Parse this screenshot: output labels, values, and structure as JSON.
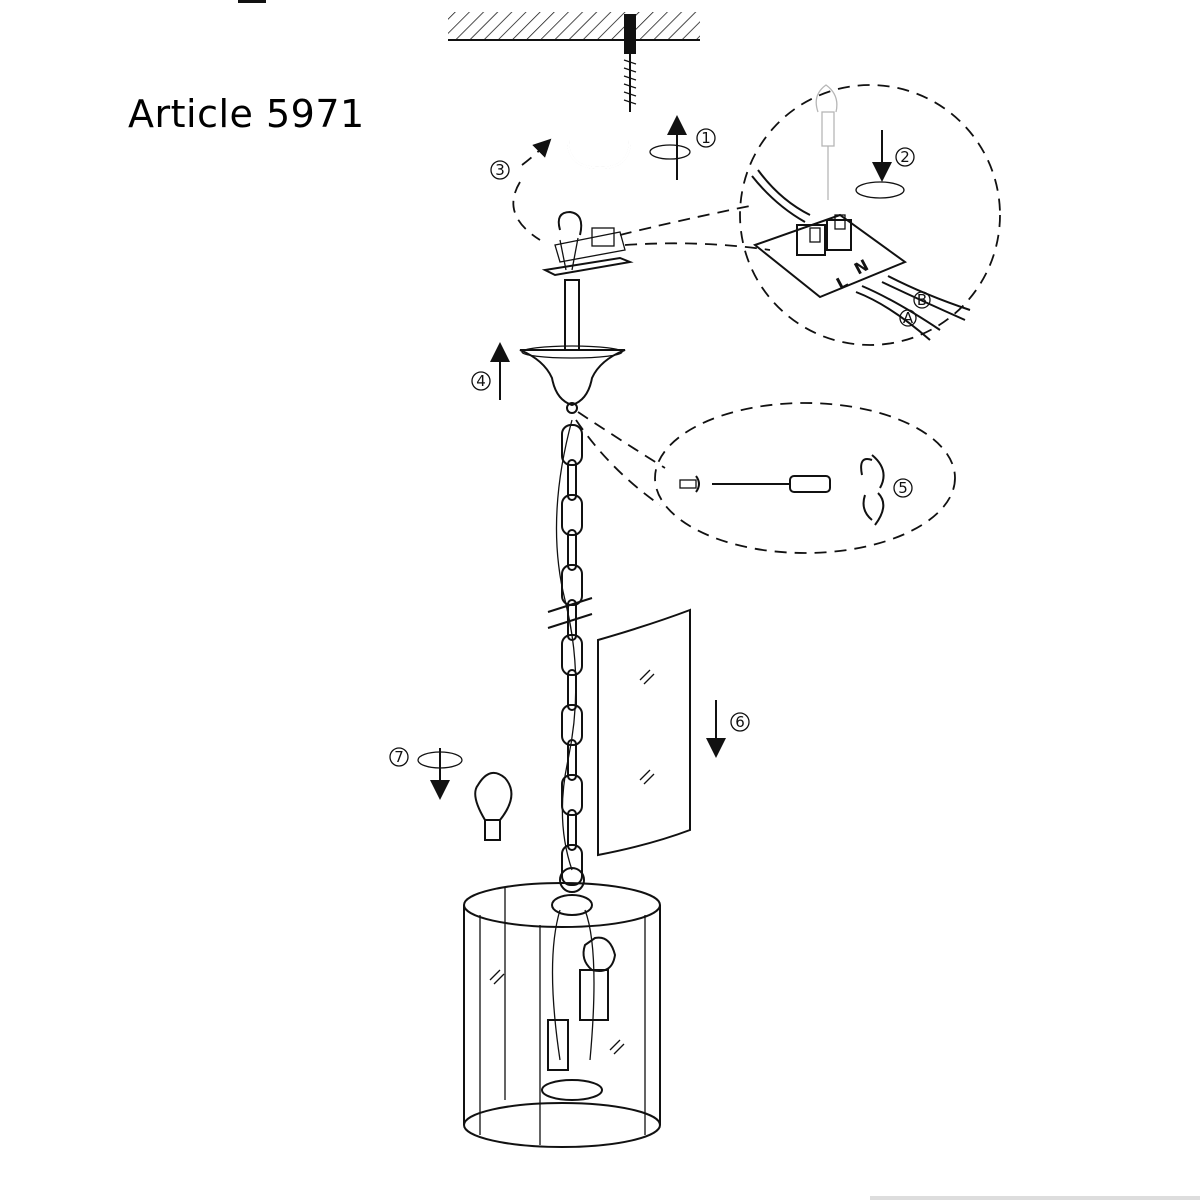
{
  "title": "Article 5971",
  "steps": [
    "1",
    "2",
    "3",
    "4",
    "5",
    "6",
    "7"
  ],
  "terminal_labels": {
    "live": "L",
    "neutral": "N"
  },
  "wire_labels": {
    "a": "A",
    "b": "B"
  },
  "colors": {
    "line": "#111111",
    "background": "#ffffff"
  }
}
